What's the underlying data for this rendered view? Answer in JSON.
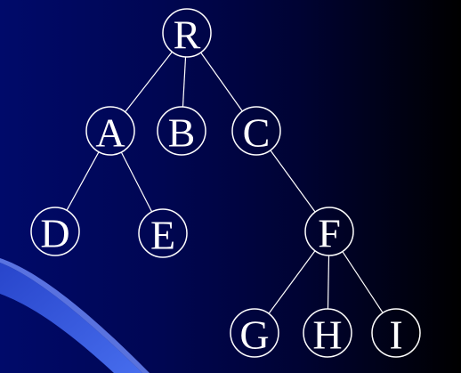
{
  "colors": {
    "background_left": "#000a6a",
    "background_right": "#000000",
    "swoosh": "#3a5ee8",
    "line": "#ffffff",
    "text": "#ffffff"
  },
  "tree": {
    "nodes": [
      {
        "id": "R",
        "label": "R"
      },
      {
        "id": "A",
        "label": "A"
      },
      {
        "id": "B",
        "label": "B"
      },
      {
        "id": "C",
        "label": "C"
      },
      {
        "id": "D",
        "label": "D"
      },
      {
        "id": "E",
        "label": "E"
      },
      {
        "id": "F",
        "label": "F"
      },
      {
        "id": "G",
        "label": "G"
      },
      {
        "id": "H",
        "label": "H"
      },
      {
        "id": "I",
        "label": "I"
      }
    ],
    "edges": [
      [
        "R",
        "A"
      ],
      [
        "R",
        "B"
      ],
      [
        "R",
        "C"
      ],
      [
        "A",
        "D"
      ],
      [
        "A",
        "E"
      ],
      [
        "C",
        "F"
      ],
      [
        "F",
        "G"
      ],
      [
        "F",
        "H"
      ],
      [
        "F",
        "I"
      ]
    ]
  }
}
